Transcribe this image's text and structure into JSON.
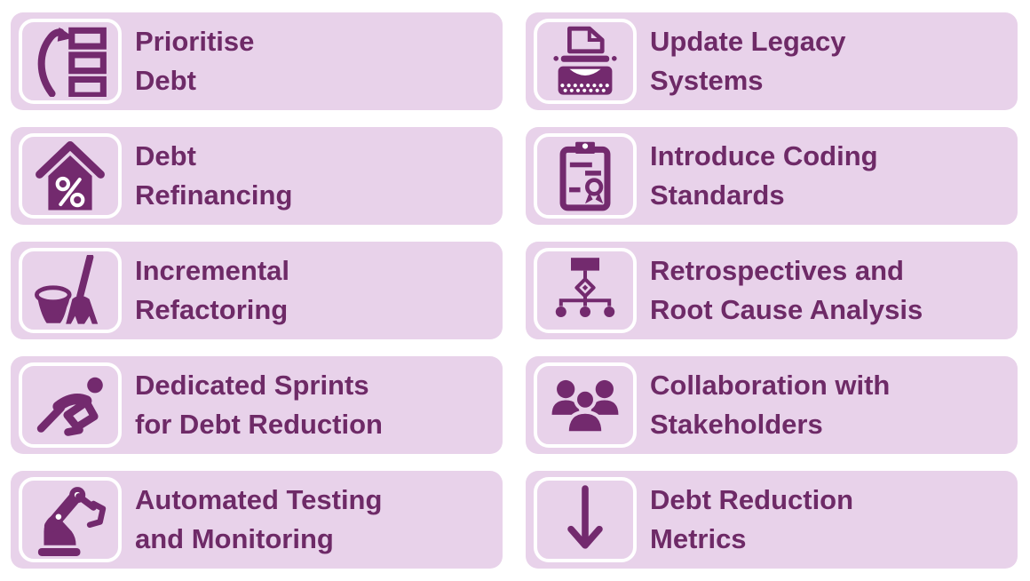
{
  "colors": {
    "background": "#ffffff",
    "card_bg": "#e8d2ea",
    "icon_purple": "#732a6e",
    "text_purple": "#6e2a67",
    "icon_box_border": "#ffffff"
  },
  "cards": [
    {
      "id": "prioritise-debt",
      "icon": "priority-list-icon",
      "line1": "Prioritise",
      "line2": "Debt"
    },
    {
      "id": "update-legacy-systems",
      "icon": "typewriter-icon",
      "line1": "Update Legacy",
      "line2": "Systems"
    },
    {
      "id": "debt-refinancing",
      "icon": "house-percent-icon",
      "line1": "Debt",
      "line2": "Refinancing"
    },
    {
      "id": "introduce-coding-standards",
      "icon": "clipboard-award-icon",
      "line1": "Introduce Coding",
      "line2": "Standards"
    },
    {
      "id": "incremental-refactoring",
      "icon": "broom-bucket-icon",
      "line1": "Incremental",
      "line2": "Refactoring"
    },
    {
      "id": "retrospectives-root-cause-analysis",
      "icon": "hierarchy-icon",
      "line1": "Retrospectives and",
      "line2": "Root Cause Analysis"
    },
    {
      "id": "dedicated-sprints-debt-reduction",
      "icon": "sprinter-icon",
      "line1": "Dedicated Sprints",
      "line2": "for Debt Reduction"
    },
    {
      "id": "collaboration-with-stakeholders",
      "icon": "people-group-icon",
      "line1": "Collaboration with",
      "line2": "Stakeholders"
    },
    {
      "id": "automated-testing-monitoring",
      "icon": "robot-arm-icon",
      "line1": "Automated Testing",
      "line2": "and Monitoring"
    },
    {
      "id": "debt-reduction-metrics",
      "icon": "down-arrow-icon",
      "line1": "Debt Reduction",
      "line2": "Metrics"
    }
  ]
}
